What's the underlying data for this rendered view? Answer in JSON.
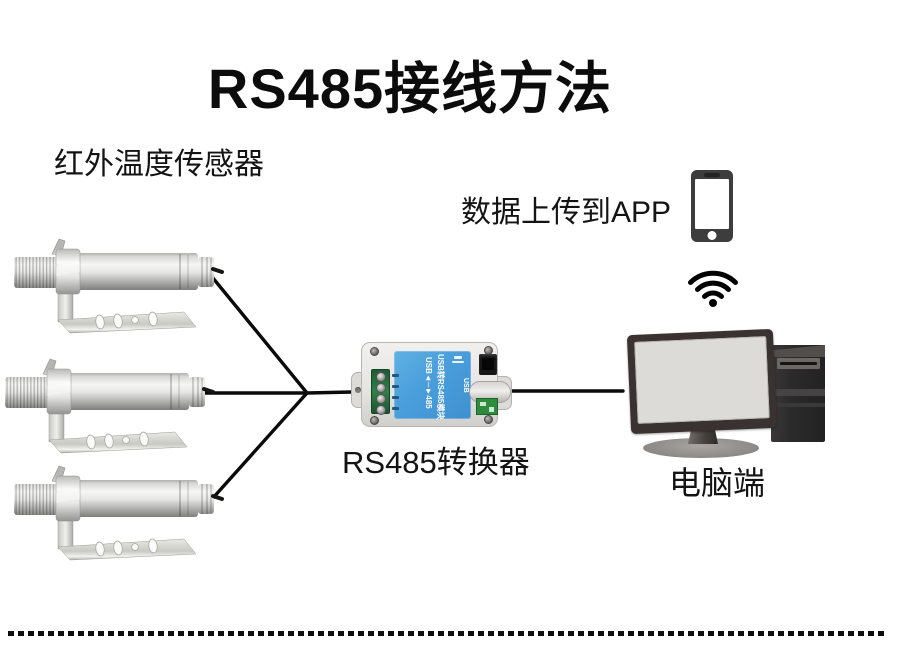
{
  "title": "RS485接线方法",
  "labels": {
    "sensors": "红外温度传感器",
    "app": "数据上传到APP",
    "converter": "RS485转换器",
    "computer": "电脑端"
  },
  "converter_device": {
    "sticker_line1": "USB转RS485模块",
    "sticker_line2": "USB◄─►485",
    "usb_text": "USB",
    "sticker_color": "#4A9EDB",
    "terminal_color": "#2F8048",
    "pcb_color": "#2E8C3E"
  },
  "icons": {
    "phone": "smartphone-icon",
    "wifi": "wifi-icon"
  },
  "colors": {
    "line": "#0A0A0A",
    "monitor_frame": "#3A3230",
    "monitor_screen": "#DCDBD8",
    "tower": "#2C2B2C",
    "phone_body": "#3D3D3D",
    "metal_highlight": "#F6F6F4",
    "metal_shadow": "#6B6B69"
  },
  "diagram": {
    "sensor_count": 3,
    "connections": [
      "sensor-1 to junction",
      "sensor-2 to junction",
      "sensor-3 to junction",
      "junction to rs485-converter",
      "rs485-converter to computer"
    ]
  }
}
